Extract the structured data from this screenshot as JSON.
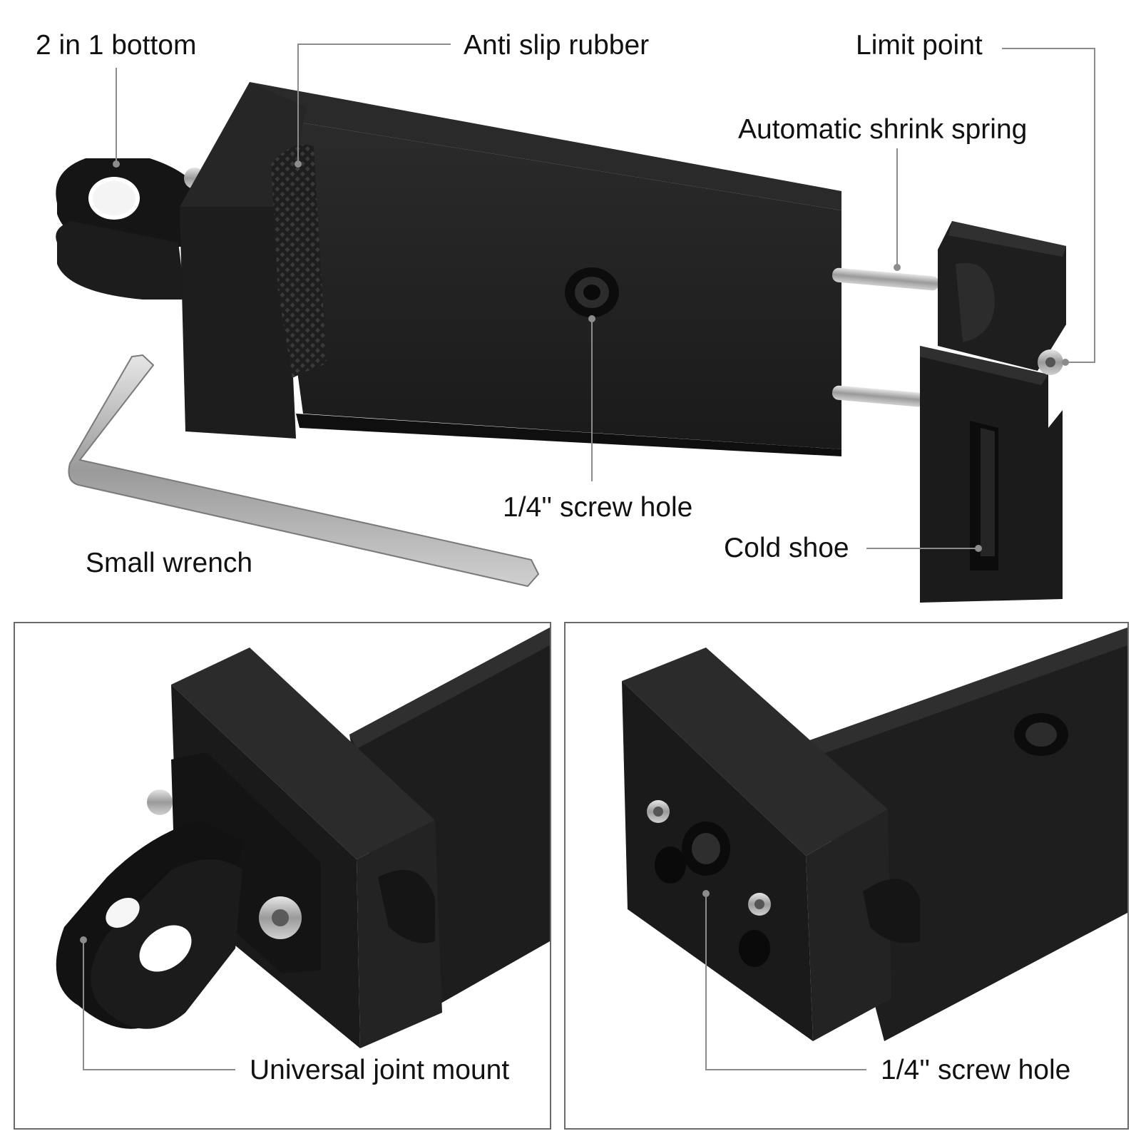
{
  "colors": {
    "background": "#ffffff",
    "product": "#1b1b1b",
    "product_face": "#2a2a2a",
    "product_edge": "#3c3c3c",
    "metal": "#b9b9b9",
    "leader_line": "#8c8c8c",
    "label_text": "#111111",
    "panel_border": "#6a6a6a"
  },
  "labels": {
    "two_in_one_bottom": "2 in 1 bottom",
    "anti_slip_rubber": "Anti slip rubber",
    "limit_point": "Limit point",
    "automatic_shrink_spring": "Automatic shrink spring",
    "screw_hole_top": "1/4'' screw hole",
    "small_wrench": "Small wrench",
    "cold_shoe": "Cold shoe",
    "universal_joint_mount": "Universal joint mount",
    "screw_hole_bottom": "1/4'' screw hole"
  },
  "icons": {
    "main_clamp": "phone-clamp-illustration",
    "wrench": "hex-key-illustration",
    "detail_left": "universal-joint-closeup",
    "detail_right": "screw-holes-closeup"
  }
}
